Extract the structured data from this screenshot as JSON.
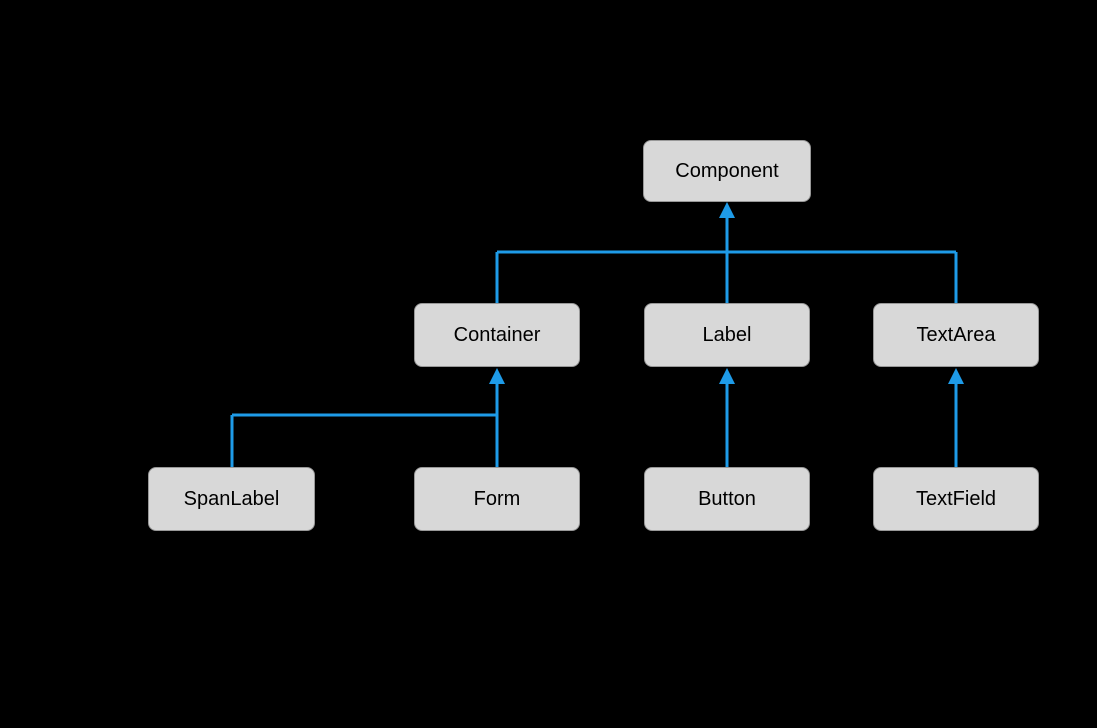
{
  "diagram": {
    "type": "class-inheritance-hierarchy",
    "nodes": [
      {
        "id": "component",
        "label": "Component"
      },
      {
        "id": "container",
        "label": "Container"
      },
      {
        "id": "label",
        "label": "Label"
      },
      {
        "id": "textarea",
        "label": "TextArea"
      },
      {
        "id": "spanlabel",
        "label": "SpanLabel"
      },
      {
        "id": "form",
        "label": "Form"
      },
      {
        "id": "button",
        "label": "Button"
      },
      {
        "id": "textfield",
        "label": "TextField"
      }
    ],
    "edges": [
      {
        "from": "Container",
        "to": "Component"
      },
      {
        "from": "Label",
        "to": "Component"
      },
      {
        "from": "TextArea",
        "to": "Component"
      },
      {
        "from": "SpanLabel",
        "to": "Container"
      },
      {
        "from": "Form",
        "to": "Container"
      },
      {
        "from": "Button",
        "to": "Label"
      },
      {
        "from": "TextField",
        "to": "TextArea"
      }
    ],
    "annotations": [
      {
        "id": "break-mark-button",
        "meaning": "hierarchy-abbreviated slash on Button box"
      },
      {
        "id": "break-mark-textfield",
        "meaning": "hierarchy-abbreviated slash on TextField box"
      },
      {
        "id": "break-mark-textarea",
        "meaning": "small slash tick below TextArea box"
      }
    ]
  },
  "colors": {
    "background": "#000000",
    "connector": "#1e9be8",
    "node_fill": "#d8d8d8",
    "node_border": "#989898",
    "node_text": "#000000"
  }
}
